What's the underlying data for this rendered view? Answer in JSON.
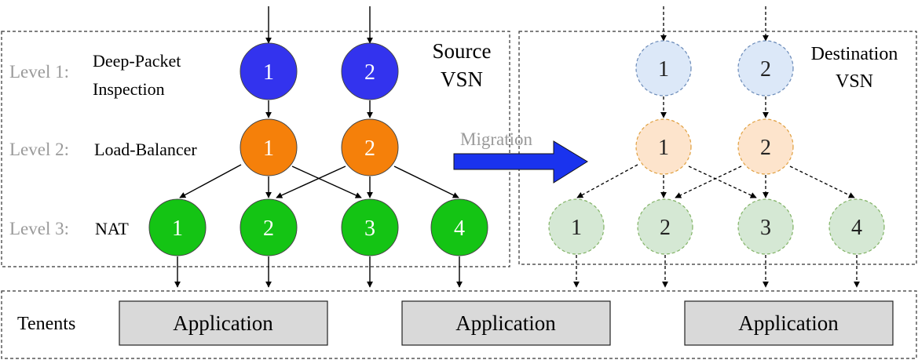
{
  "source_vsn": {
    "title_line1": "Source",
    "title_line2": "VSN",
    "levels": [
      {
        "label": "Level 1:",
        "desc_line1": "Deep-Packet",
        "desc_line2": "Inspection"
      },
      {
        "label": "Level 2:",
        "desc_line1": "Load-Balancer",
        "desc_line2": ""
      },
      {
        "label": "Level 3:",
        "desc_line1": "NAT",
        "desc_line2": ""
      }
    ],
    "level1_nodes": [
      "1",
      "2"
    ],
    "level2_nodes": [
      "1",
      "2"
    ],
    "level3_nodes": [
      "1",
      "2",
      "3",
      "4"
    ]
  },
  "destination_vsn": {
    "title_line1": "Destination",
    "title_line2": "VSN",
    "level1_nodes": [
      "1",
      "2"
    ],
    "level2_nodes": [
      "1",
      "2"
    ],
    "level3_nodes": [
      "1",
      "2",
      "3",
      "4"
    ]
  },
  "migration_label": "Migration",
  "tenants": {
    "label": "Tenents",
    "applications": [
      "Application",
      "Application",
      "Application"
    ]
  },
  "colors": {
    "level1_solid": "#3333ee",
    "level2_solid": "#f5800a",
    "level3_solid": "#14c414",
    "level1_faded": "#dce8f8",
    "level2_faded": "#fde4cc",
    "level3_faded": "#d5e8d4",
    "level_label_gray": "#9a9a9a",
    "app_box_fill": "#d9d9d9",
    "migration_arrow": "#1a33ee"
  }
}
